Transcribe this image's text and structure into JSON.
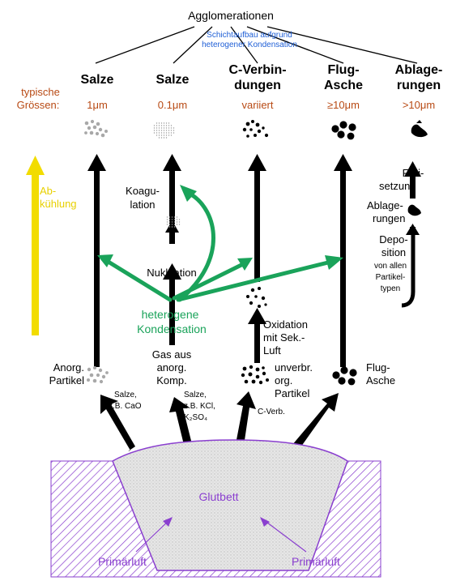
{
  "top": {
    "title": "Agglomerationen",
    "note_line1": "Schichtaufbau aufgrund",
    "note_line2": "heterogener Kondensation"
  },
  "columns": [
    {
      "title_line1": "Salze",
      "title_line2": "",
      "size": "1μm"
    },
    {
      "title_line1": "Salze",
      "title_line2": "",
      "size": "0.1μm"
    },
    {
      "title_line1": "C-Verbin-",
      "title_line2": "dungen",
      "size": "variiert"
    },
    {
      "title_line1": "Flug-",
      "title_line2": "Asche",
      "size": "≥10μm"
    },
    {
      "title_line1": "Ablage-",
      "title_line2": "rungen",
      "size": ">10μm"
    }
  ],
  "sizes_label": {
    "line1": "typische",
    "line2": "Grössen:"
  },
  "cooling": {
    "line1": "Ab-",
    "line2": "kühlung"
  },
  "labels": {
    "koagulation": [
      "Koagu-",
      "lation"
    ],
    "nukleation": "Nukleation",
    "hetero": [
      "heterogene",
      "Kondensation"
    ],
    "freisetzung": [
      "Frei-",
      "setzung"
    ],
    "ablagerungen": [
      "Ablage-",
      "rungen"
    ],
    "deposition": [
      "Depo-",
      "sition"
    ],
    "deposition_small": [
      "von allen",
      "Partikel-",
      "typen"
    ],
    "oxidation": [
      "Oxidation",
      "mit Sek.-",
      "Luft"
    ],
    "anorg": [
      "Anorg.",
      "Partikel"
    ],
    "gas": [
      "Gas aus",
      "anorg.",
      "Komp."
    ],
    "unverbr": [
      "unverbr.",
      "org.",
      "Partikel"
    ],
    "flugasche": [
      "Flug-",
      "Asche"
    ],
    "salze_small1": [
      "Salze,",
      "z.B. CaO"
    ],
    "salze_small2": [
      "Salze,",
      "z.B. KCl,",
      "K₂SO₄"
    ],
    "cverb_small": "C-Verb."
  },
  "bed": {
    "glutbett": "Glutbett",
    "primaerluft_left": "Primärluft",
    "primaerluft_right": "Primärluft"
  },
  "colors": {
    "green": "#1aa35a",
    "yellow": "#f2dc00",
    "purple": "#8a3fcf",
    "orange": "#b84a14",
    "blue": "#1f5fd6"
  }
}
